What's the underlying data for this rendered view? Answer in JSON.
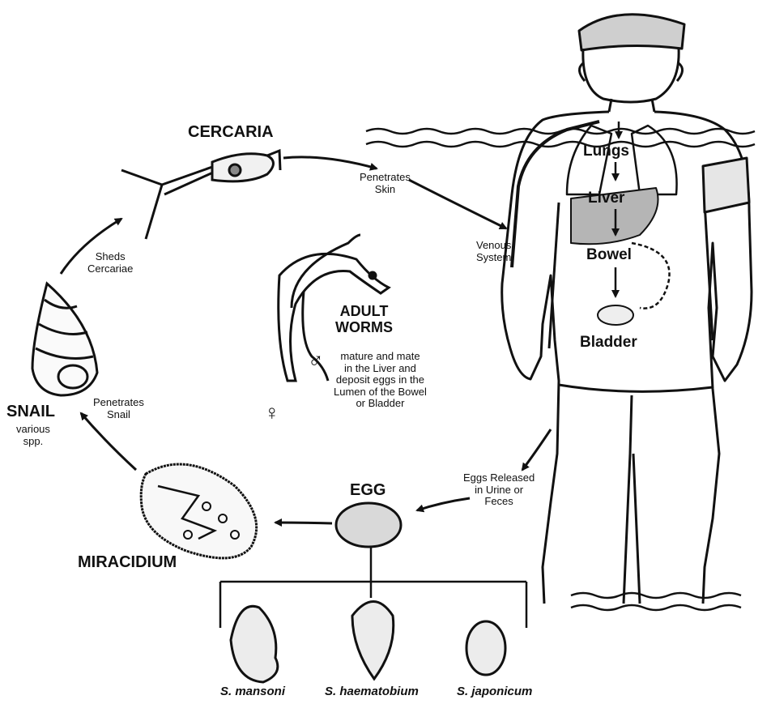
{
  "stages": {
    "cercaria": "CERCARIA",
    "adult_title_1": "ADULT",
    "adult_title_2": "WORMS",
    "adult_desc_1": "mature and mate",
    "adult_desc_2": "in the Liver and",
    "adult_desc_3": "deposit eggs in the",
    "adult_desc_4": "Lumen of the Bowel",
    "adult_desc_5": "or Bladder",
    "snail": "SNAIL",
    "snail_sub_1": "various",
    "snail_sub_2": "spp.",
    "miracidium": "MIRACIDIUM",
    "egg": "EGG"
  },
  "transitions": {
    "penetrates_skin_1": "Penetrates",
    "penetrates_skin_2": "Skin",
    "venous_1": "Venous",
    "venous_2": "System",
    "sheds_1": "Sheds",
    "sheds_2": "Cercariae",
    "pen_snail_1": "Penetrates",
    "pen_snail_2": "Snail",
    "eggs_released_1": "Eggs Released",
    "eggs_released_2": "in Urine or",
    "eggs_released_3": "Feces"
  },
  "organs": {
    "lungs": "Lungs",
    "liver": "Liver",
    "bowel": "Bowel",
    "bladder": "Bladder"
  },
  "symbols": {
    "male": "♂",
    "female": "♀"
  },
  "species": [
    "S. mansoni",
    "S. haematobium",
    "S. japonicum"
  ]
}
